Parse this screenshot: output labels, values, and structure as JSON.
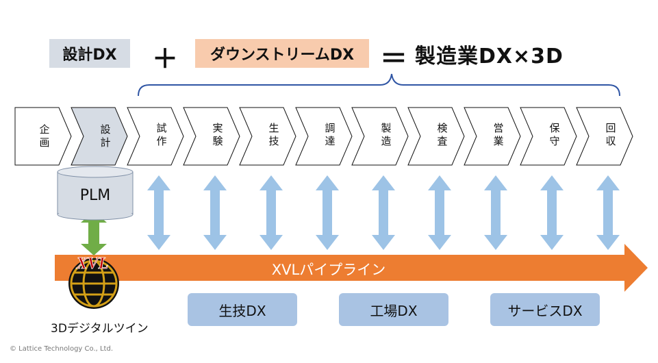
{
  "header": {
    "design_dx": "設計DX",
    "plus": "＋",
    "downstream_dx": "ダウンストリームDX",
    "equals": "＝",
    "result": "製造業DX×3D"
  },
  "steps": [
    "企画",
    "設計",
    "試作",
    "実験",
    "生技",
    "調達",
    "製造",
    "検査",
    "営業",
    "保守",
    "回収"
  ],
  "plm": "PLM",
  "pipeline": "XVLパイプライン",
  "dx_boxes": [
    "生技DX",
    "工場DX",
    "サービスDX"
  ],
  "logo_text": "XVL",
  "twin_label": "3Dデジタルツイン",
  "copyright": "© Lattice Technology Co., Ltd.",
  "colors": {
    "design_bg": "#d6dce4",
    "downstream_bg": "#f8cbad",
    "brace": "#2f55a4",
    "arrow_blue": "#9dc3e6",
    "arrow_green": "#70ad47",
    "pipeline": "#ed7d31",
    "dx_box": "#a9c3e3",
    "logo_red": "#c00000",
    "logo_gold": "#d4a017"
  }
}
